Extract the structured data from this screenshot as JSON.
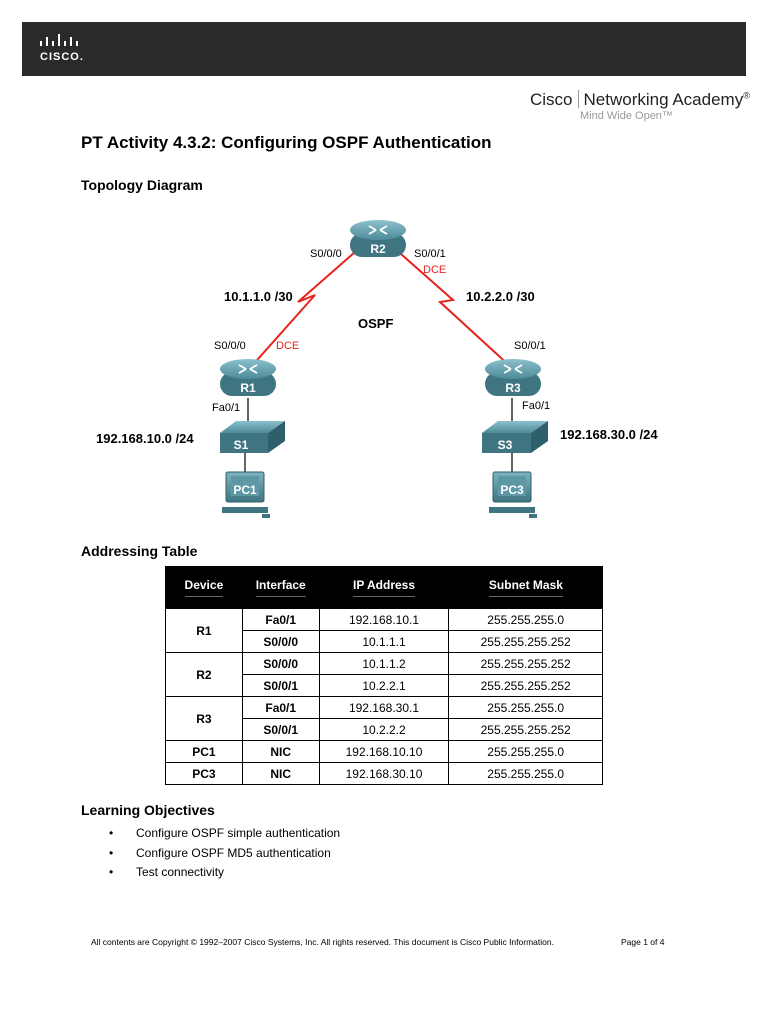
{
  "header": {
    "logo_text": "CISCO.",
    "academy_brand": "Cisco",
    "academy_name": "Networking Academy",
    "registered_mark": "®",
    "tagline": "Mind Wide Open™"
  },
  "title": "PT Activity 4.3.2: Configuring OSPF Authentication",
  "topology": {
    "heading": "Topology Diagram",
    "protocol_label": "OSPF",
    "routers": [
      "R1",
      "R2",
      "R3"
    ],
    "switches": [
      "S1",
      "S3"
    ],
    "pcs": [
      "PC1",
      "PC3"
    ],
    "labels": {
      "r2_s000": "S0/0/0",
      "r2_s001": "S0/0/1",
      "r2_dce": "DCE",
      "net_r1_r2": "10.1.1.0 /30",
      "net_r2_r3": "10.2.2.0 /30",
      "r1_s000": "S0/0/0",
      "r1_dce": "DCE",
      "r3_s001": "S0/0/1",
      "r1_fa01": "Fa0/1",
      "r3_fa01": "Fa0/1",
      "lan1": "192.168.10.0 /24",
      "lan3": "192.168.30.0 /24"
    },
    "colors": {
      "serial_link": "#e8221b",
      "device": "#4d8a98",
      "dce_text": "#e8221b"
    }
  },
  "addressing": {
    "heading": "Addressing Table",
    "columns": [
      "Device",
      "Interface",
      "IP Address",
      "Subnet Mask"
    ],
    "rows": [
      {
        "device": "R1",
        "interface": "Fa0/1",
        "ip": "192.168.10.1",
        "mask": "255.255.255.0"
      },
      {
        "device": "",
        "interface": "S0/0/0",
        "ip": "10.1.1.1",
        "mask": "255.255.255.252"
      },
      {
        "device": "R2",
        "interface": "S0/0/0",
        "ip": "10.1.1.2",
        "mask": "255.255.255.252"
      },
      {
        "device": "",
        "interface": "S0/0/1",
        "ip": "10.2.2.1",
        "mask": "255.255.255.252"
      },
      {
        "device": "R3",
        "interface": "Fa0/1",
        "ip": "192.168.30.1",
        "mask": "255.255.255.0"
      },
      {
        "device": "",
        "interface": "S0/0/1",
        "ip": "10.2.2.2",
        "mask": "255.255.255.252"
      },
      {
        "device": "PC1",
        "interface": "NIC",
        "ip": "192.168.10.10",
        "mask": "255.255.255.0"
      },
      {
        "device": "PC3",
        "interface": "NIC",
        "ip": "192.168.30.10",
        "mask": "255.255.255.0"
      }
    ]
  },
  "objectives": {
    "heading": "Learning Objectives",
    "items": [
      "Configure OSPF simple authentication",
      "Configure OSPF MD5 authentication",
      "Test connectivity"
    ]
  },
  "footer": {
    "copyright": "All contents are Copyright © 1992–2007 Cisco Systems, Inc. All rights reserved. This document is Cisco Public Information.",
    "page": "Page 1 of 4"
  }
}
